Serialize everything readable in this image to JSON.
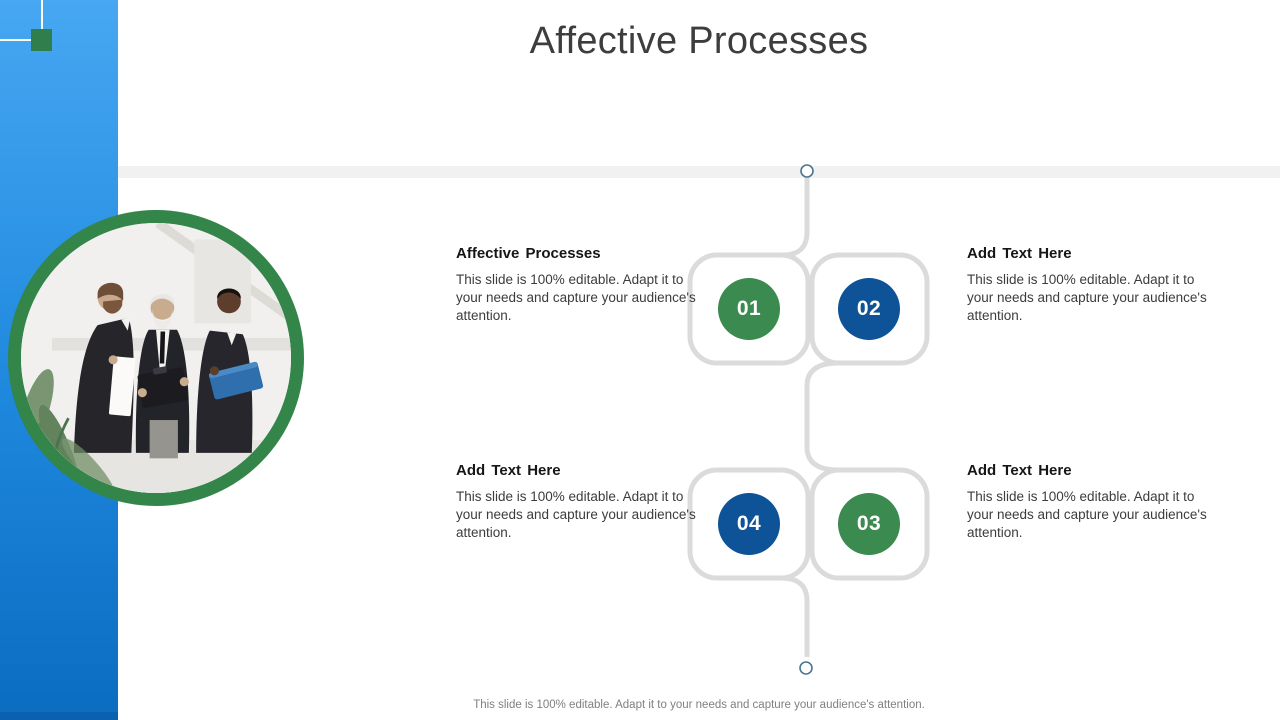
{
  "title": "Affective Processes",
  "footer": "This slide is 100% editable. Adapt it to your needs and capture your audience's attention.",
  "steps": [
    {
      "number": "01",
      "heading": "Affective Processes",
      "body": "This slide is 100% editable. Adapt it to your needs and capture your audience's attention.",
      "color": "#3b8a4f"
    },
    {
      "number": "02",
      "heading": "Add Text Here",
      "body": "This slide is 100% editable. Adapt it to your needs and capture your audience's attention.",
      "color": "#0e5397"
    },
    {
      "number": "03",
      "heading": "Add Text Here",
      "body": "This slide is 100% editable. Adapt it to your needs and capture your audience's attention.",
      "color": "#3b8a4f"
    },
    {
      "number": "04",
      "heading": "Add Text Here",
      "body": "This slide is 100% editable. Adapt it to your needs and capture your audience's attention.",
      "color": "#0e5397"
    }
  ],
  "colors": {
    "sidebar_top": "#47a7f2",
    "sidebar_bottom": "#0b6cc0",
    "accent_green": "#3b8a4f",
    "accent_blue": "#0e5397",
    "photo_ring_green": "#33854a",
    "connector_gray": "#dbdbdb",
    "band_gray": "#f1f1f1"
  }
}
